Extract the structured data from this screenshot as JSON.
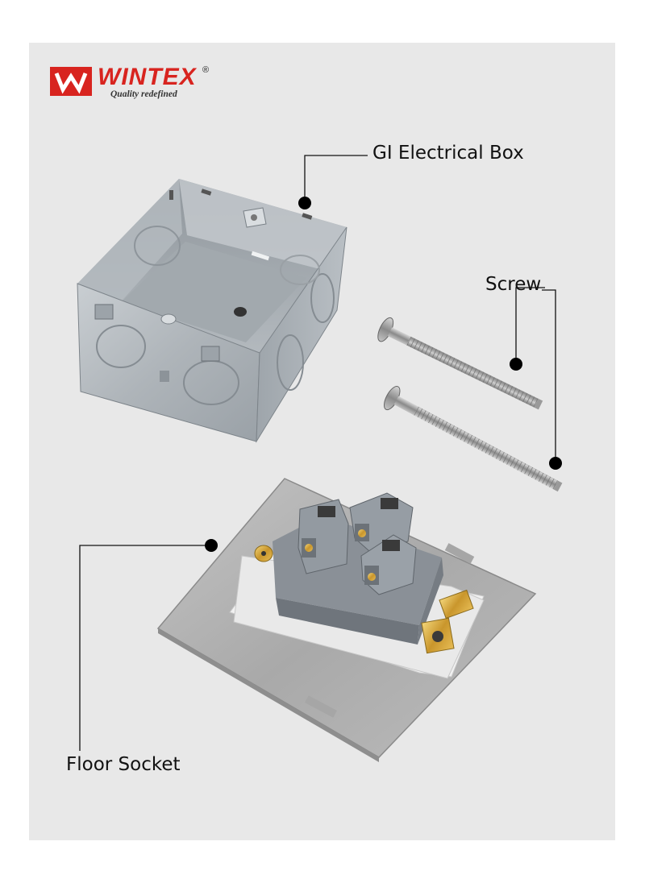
{
  "brand": {
    "name": "WINTEX",
    "registered": "®",
    "tagline": "Quality redefined",
    "color": "#d8241f"
  },
  "labels": {
    "box": "GI Electrical Box",
    "screw": "Screw",
    "socket": "Floor Socket"
  },
  "components": [
    "gi-electrical-box",
    "screw",
    "floor-socket"
  ]
}
